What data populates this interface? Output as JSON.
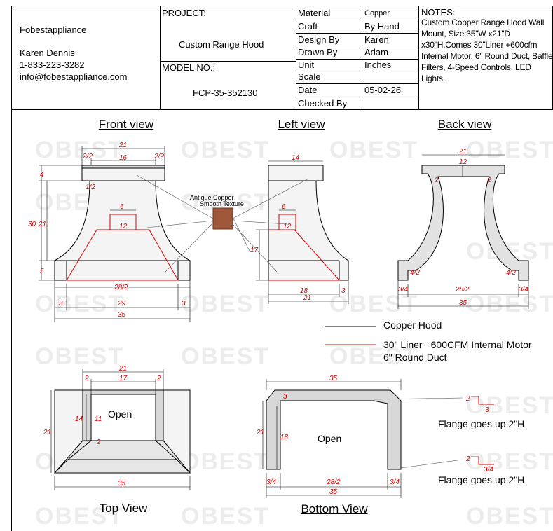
{
  "company": {
    "name": "Fobestappliance",
    "contact_name": "Karen Dennis",
    "phone": "1-833-223-3282",
    "email": "info@fobestappliance.com"
  },
  "project": {
    "label": "PROJECT:",
    "value": "Custom Range Hood",
    "model_label": "MODEL NO.:",
    "model_value": "FCP-35-352130"
  },
  "specs": [
    {
      "label": "Material",
      "value": "Copper"
    },
    {
      "label": "Craft",
      "value": "By Hand"
    },
    {
      "label": "Design By",
      "value": "Karen"
    },
    {
      "label": "Drawn By",
      "value": "Adam"
    },
    {
      "label": "Unit",
      "value": "Inches"
    },
    {
      "label": "Scale",
      "value": ""
    },
    {
      "label": "Date",
      "value": "05-02-26"
    },
    {
      "label": "Checked By",
      "value": ""
    }
  ],
  "notes": {
    "label": "NOTES:",
    "text": "Custom Copper Range Hood Wall Mount, Size:35\"W x21\"D x30\"H,Comes 30\"Liner +600cfm Internal Motor, 6\" Round Duct, Baffle Filters, 4-Speed Controls, LED Lights."
  },
  "views": {
    "front": "Front view",
    "left": "Left view",
    "back": "Back view",
    "top": "Top View",
    "bottom": "Bottom View"
  },
  "material_sample": {
    "line1": "Antique Copper",
    "line2": "Smooth Texture",
    "color": "#a0583a"
  },
  "legend": {
    "hood": "Copper Hood",
    "liner": "30\" Liner +600CFM Internal Motor",
    "duct": "6\" Round Duct",
    "hood_color": "#000000",
    "liner_color": "#e00000"
  },
  "labels": {
    "open_top": "Open",
    "open_bottom": "Open",
    "flange1": "Flange goes up 2\"H",
    "flange2": "Flange goes up 2\"H",
    "watermark": "OBEST"
  },
  "dims": {
    "front": {
      "top_w": "21",
      "collar_w": "16",
      "side_half": "2/2",
      "h_top": "4",
      "h_total": "30",
      "h_mid": "21",
      "half": "1/2",
      "duct": "6",
      "liner_top": "12",
      "h_bottom": "5",
      "liner_w": "28/2",
      "side": "3",
      "inner": "29",
      "total": "35"
    },
    "left": {
      "top": "14",
      "duct": "6",
      "liner": "12",
      "h": "17",
      "base": "18",
      "edge": "3",
      "total": "21"
    },
    "back": {
      "top": "21",
      "inner": "12",
      "wall": "2",
      "lip": "4/2",
      "foot": "3/4",
      "base": "28/2",
      "total": "35"
    },
    "top": {
      "w": "21",
      "inner": "17",
      "side": "2",
      "left_d": "14",
      "inner_d": "11",
      "depth": "21",
      "bottom": "2",
      "total": "35"
    },
    "bottom": {
      "w": "35",
      "wall": "3",
      "depth": "21",
      "inner_d": "18",
      "foot": "3/4",
      "inner": "28/2",
      "total": "35"
    },
    "flange": {
      "a": "2",
      "b": "3",
      "c": "2",
      "d": "3/4"
    }
  }
}
